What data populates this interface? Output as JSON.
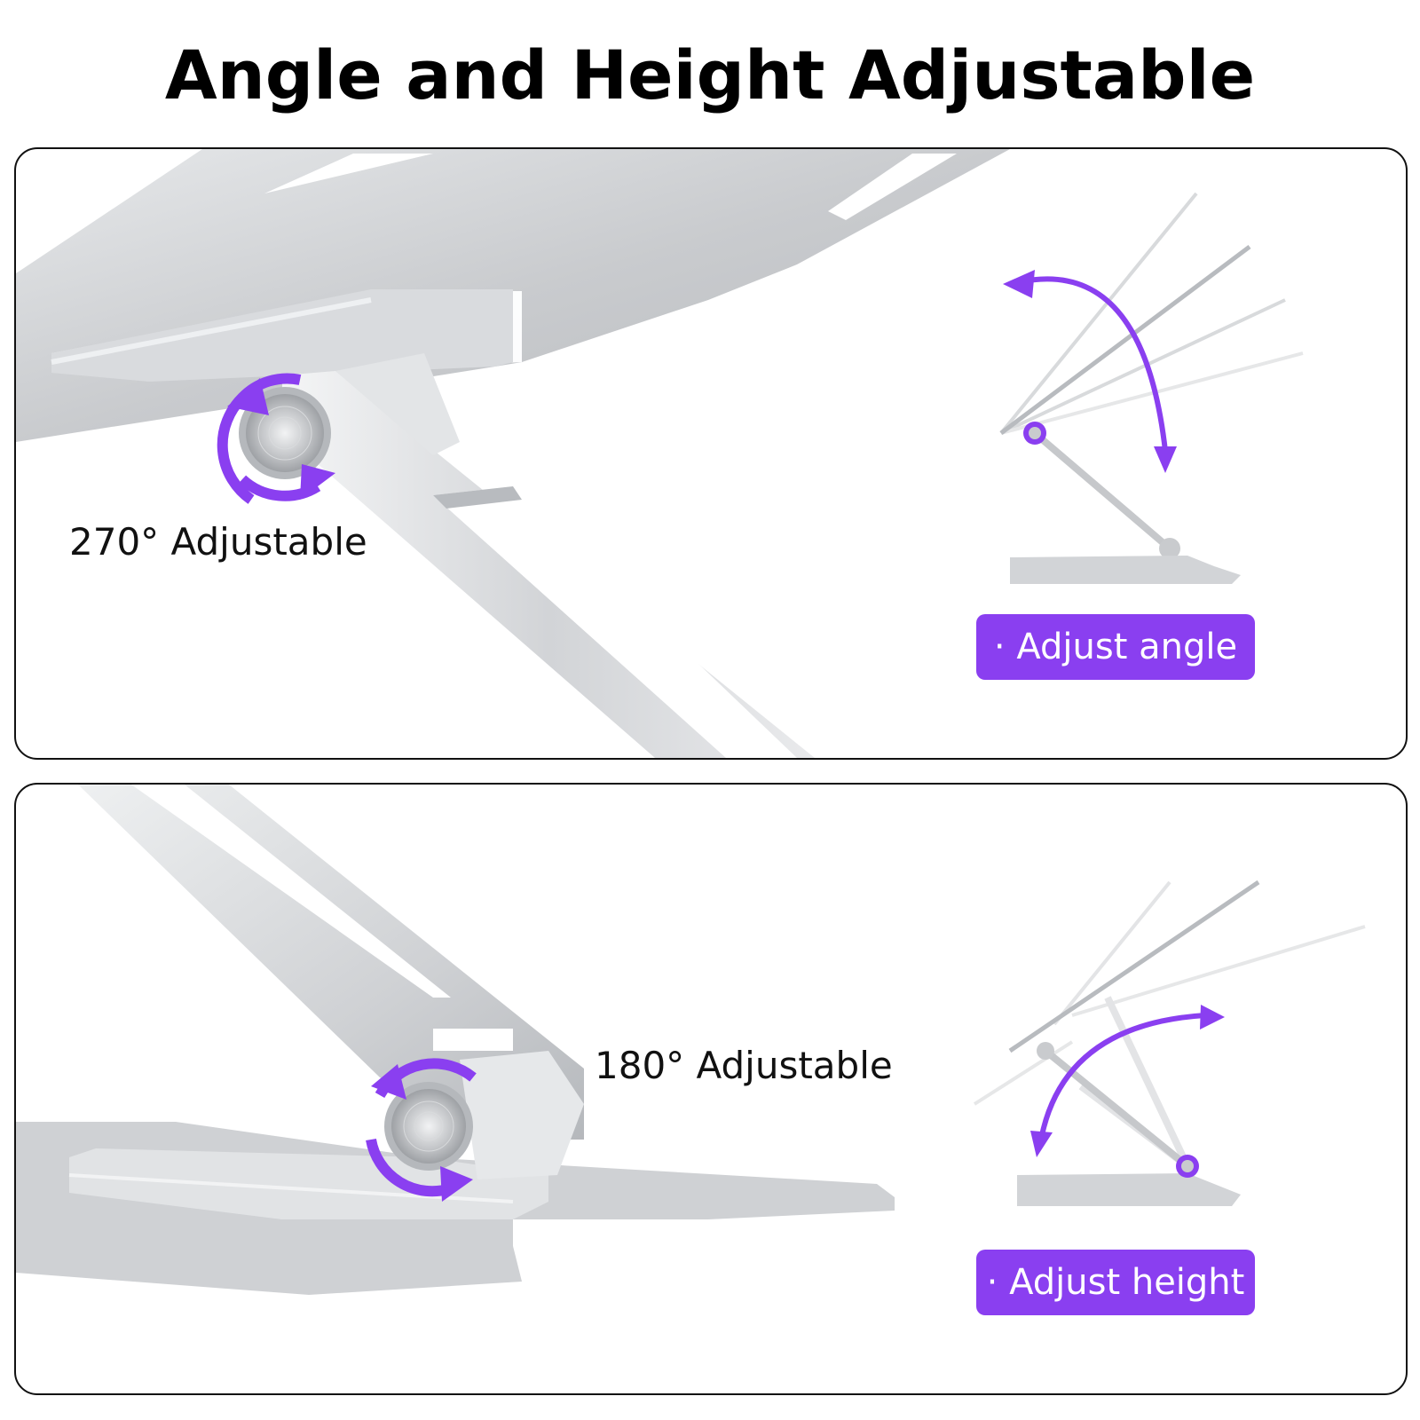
{
  "title": "Angle and Height Adjustable",
  "colors": {
    "accent": "#8a3ff0",
    "accent_light": "#b98cff",
    "aluminum": "#cfd1d4",
    "aluminum_dark": "#a9acb0",
    "aluminum_light": "#eceef0",
    "border": "#111111"
  },
  "panels": [
    {
      "callout": "270° Adjustable",
      "pill": "· Adjust angle",
      "pivot_icon": "rotate-arrows-icon",
      "diagram_icon": "angle-arc-arrow-icon"
    },
    {
      "callout": "180° Adjustable",
      "pill": "· Adjust height",
      "pivot_icon": "rotate-arrows-icon",
      "diagram_icon": "height-arc-arrow-icon"
    }
  ]
}
